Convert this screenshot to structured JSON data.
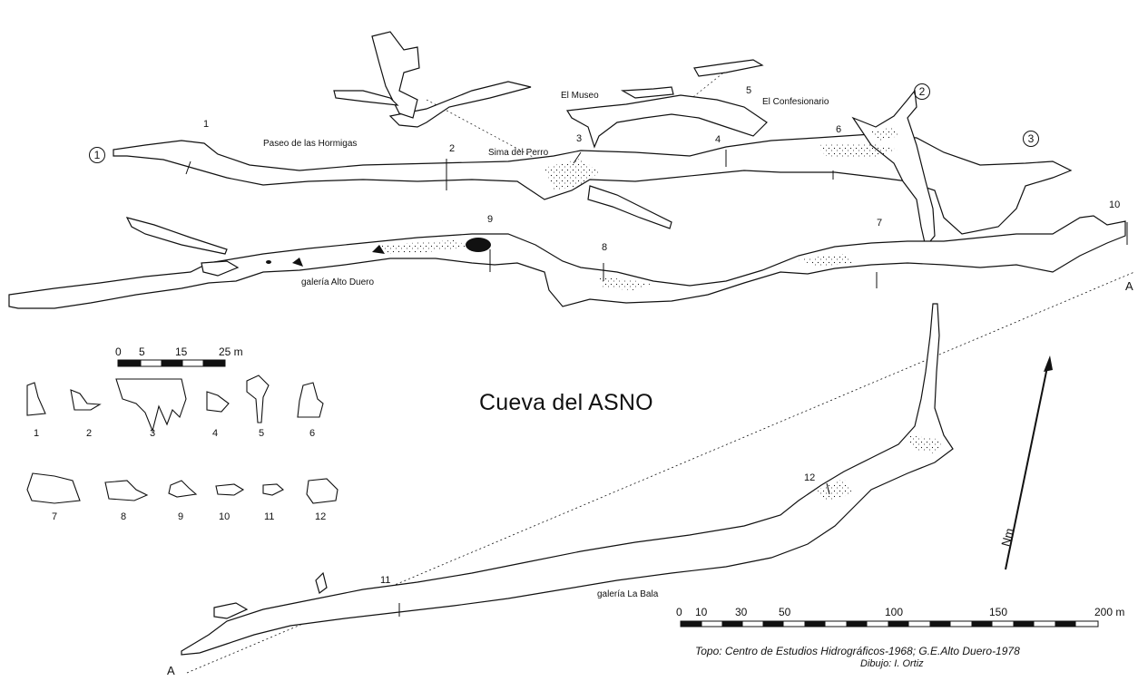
{
  "title": "Cueva del ASNO",
  "places": {
    "paseo": "Paseo de las Hormigas",
    "sima": "Sima del Perro",
    "museo": "El Museo",
    "confesionario": "El Confesionario",
    "alto_duero": "galería Alto Duero",
    "la_bala": "galería La Bala"
  },
  "entrances": [
    "1",
    "2",
    "3"
  ],
  "section_markers": [
    "1",
    "2",
    "3",
    "4",
    "5",
    "6",
    "7",
    "8",
    "9",
    "10",
    "11",
    "12"
  ],
  "section_labels": [
    "1",
    "2",
    "3",
    "4",
    "5",
    "6",
    "7",
    "8",
    "9",
    "10",
    "11",
    "12"
  ],
  "profile_line_labels": [
    "A",
    "A"
  ],
  "north_label": "Nm",
  "scale_small": {
    "ticks": [
      "0",
      "5",
      "15",
      "25 m"
    ]
  },
  "scale_large": {
    "ticks": [
      "0",
      "10",
      "30",
      "50",
      "100",
      "150",
      "200 m"
    ]
  },
  "credits": {
    "topo": "Topo: Centro de Estudios Hidrográficos-1968; G.E.Alto Duero-1978",
    "dibujo": "Dibujo: I. Ortiz"
  },
  "colors": {
    "ink": "#111111",
    "paper": "#ffffff"
  }
}
